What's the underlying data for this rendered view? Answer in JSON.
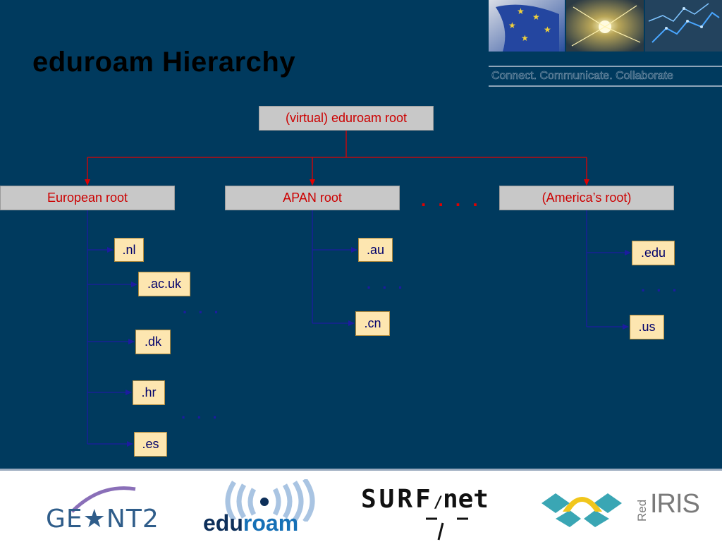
{
  "title": "eduroam Hierarchy",
  "tagline": "Connect. Communicate. Collaborate",
  "root": {
    "label": "(virtual) eduroam root"
  },
  "regions": {
    "europe": {
      "label": "European root",
      "tlds": [
        ".nl",
        ".ac.uk",
        ".dk",
        ".hr",
        ".es"
      ]
    },
    "apan": {
      "label": "APAN root",
      "tlds": [
        ".au",
        ".cn"
      ]
    },
    "america": {
      "label": "(America’s root)",
      "tlds": [
        ".edu",
        ".us"
      ]
    }
  },
  "ellipsis_blue": ". . .",
  "ellipsis_red": ". . . .",
  "colors": {
    "background": "#003a5e",
    "root_fill": "#c8c8c8",
    "root_text": "#cc0000",
    "tld_fill": "#fde6b0",
    "tld_text": "#00006b",
    "red_arrow": "#e00000",
    "blue_line": "#1c1ca0"
  },
  "logos": {
    "geant": "GE★NT2",
    "eduroam": {
      "pre": "edu",
      "post": "roam"
    },
    "surfnet": {
      "left": "SURF",
      "right": "net"
    },
    "rediris": {
      "red": "Red",
      "iris": "IRIS"
    }
  }
}
